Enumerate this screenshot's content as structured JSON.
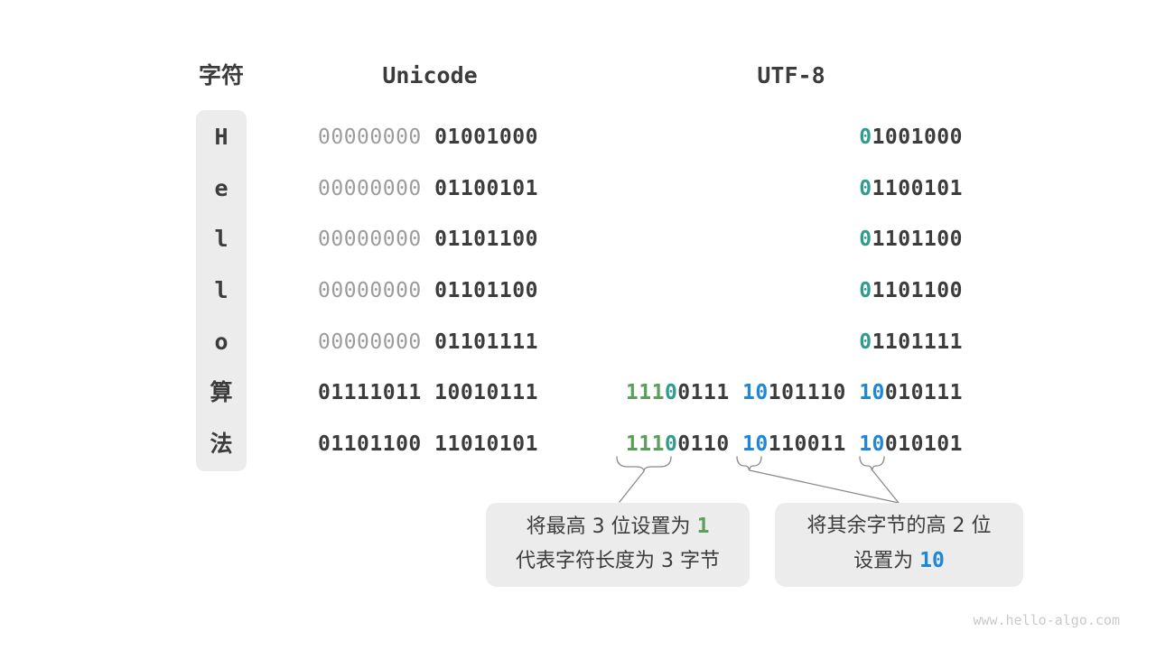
{
  "header": {
    "char_label": "字符",
    "unicode_label": "Unicode",
    "utf8_label": "UTF-8"
  },
  "colors": {
    "dark": "#3c3c3c",
    "gray": "#9c9c9c",
    "green": "#5aa05a",
    "teal": "#2f9c8f",
    "blue": "#2087d8",
    "box_bg": "#ececec",
    "watermark": "#c9c9c9",
    "line": "#8a8a8a"
  },
  "rows": [
    {
      "char": "H",
      "unicode": [
        {
          "text": "00000000",
          "color": "gray"
        },
        {
          "text": "01001000",
          "color": "dark"
        }
      ],
      "utf8": [
        [
          {
            "text": "0",
            "color": "teal"
          },
          {
            "text": "1001000",
            "color": "dark"
          }
        ]
      ]
    },
    {
      "char": "e",
      "unicode": [
        {
          "text": "00000000",
          "color": "gray"
        },
        {
          "text": "01100101",
          "color": "dark"
        }
      ],
      "utf8": [
        [
          {
            "text": "0",
            "color": "teal"
          },
          {
            "text": "1100101",
            "color": "dark"
          }
        ]
      ]
    },
    {
      "char": "l",
      "unicode": [
        {
          "text": "00000000",
          "color": "gray"
        },
        {
          "text": "01101100",
          "color": "dark"
        }
      ],
      "utf8": [
        [
          {
            "text": "0",
            "color": "teal"
          },
          {
            "text": "1101100",
            "color": "dark"
          }
        ]
      ]
    },
    {
      "char": "l",
      "unicode": [
        {
          "text": "00000000",
          "color": "gray"
        },
        {
          "text": "01101100",
          "color": "dark"
        }
      ],
      "utf8": [
        [
          {
            "text": "0",
            "color": "teal"
          },
          {
            "text": "1101100",
            "color": "dark"
          }
        ]
      ]
    },
    {
      "char": "o",
      "unicode": [
        {
          "text": "00000000",
          "color": "gray"
        },
        {
          "text": "01101111",
          "color": "dark"
        }
      ],
      "utf8": [
        [
          {
            "text": "0",
            "color": "teal"
          },
          {
            "text": "1101111",
            "color": "dark"
          }
        ]
      ]
    },
    {
      "char": "算",
      "unicode": [
        {
          "text": "01111011",
          "color": "dark"
        },
        {
          "text": "10010111",
          "color": "dark"
        }
      ],
      "utf8": [
        [
          {
            "text": "111",
            "color": "green"
          },
          {
            "text": "0",
            "color": "teal"
          },
          {
            "text": "0111",
            "color": "dark"
          }
        ],
        [
          {
            "text": "10",
            "color": "blue"
          },
          {
            "text": "101110",
            "color": "dark"
          }
        ],
        [
          {
            "text": "10",
            "color": "blue"
          },
          {
            "text": "010111",
            "color": "dark"
          }
        ]
      ]
    },
    {
      "char": "法",
      "unicode": [
        {
          "text": "01101100",
          "color": "dark"
        },
        {
          "text": "11010101",
          "color": "dark"
        }
      ],
      "utf8": [
        [
          {
            "text": "111",
            "color": "green"
          },
          {
            "text": "0",
            "color": "teal"
          },
          {
            "text": "0110",
            "color": "dark"
          }
        ],
        [
          {
            "text": "10",
            "color": "blue"
          },
          {
            "text": "110011",
            "color": "dark"
          }
        ],
        [
          {
            "text": "10",
            "color": "blue"
          },
          {
            "text": "010101",
            "color": "dark"
          }
        ]
      ]
    }
  ],
  "callouts": {
    "left": {
      "line1": [
        {
          "text": "将最高 3 位设置为 ",
          "color": "dark"
        },
        {
          "text": "1",
          "color": "green",
          "num": true
        }
      ],
      "line2": [
        {
          "text": "代表字符长度为 3 字节",
          "color": "dark"
        }
      ]
    },
    "right": {
      "line1": [
        {
          "text": "将其余字节的高 2 位",
          "color": "dark"
        }
      ],
      "line2": [
        {
          "text": "设置为 ",
          "color": "dark"
        },
        {
          "text": "10",
          "color": "blue",
          "num": true
        }
      ]
    }
  },
  "watermark": "www.hello-algo.com"
}
